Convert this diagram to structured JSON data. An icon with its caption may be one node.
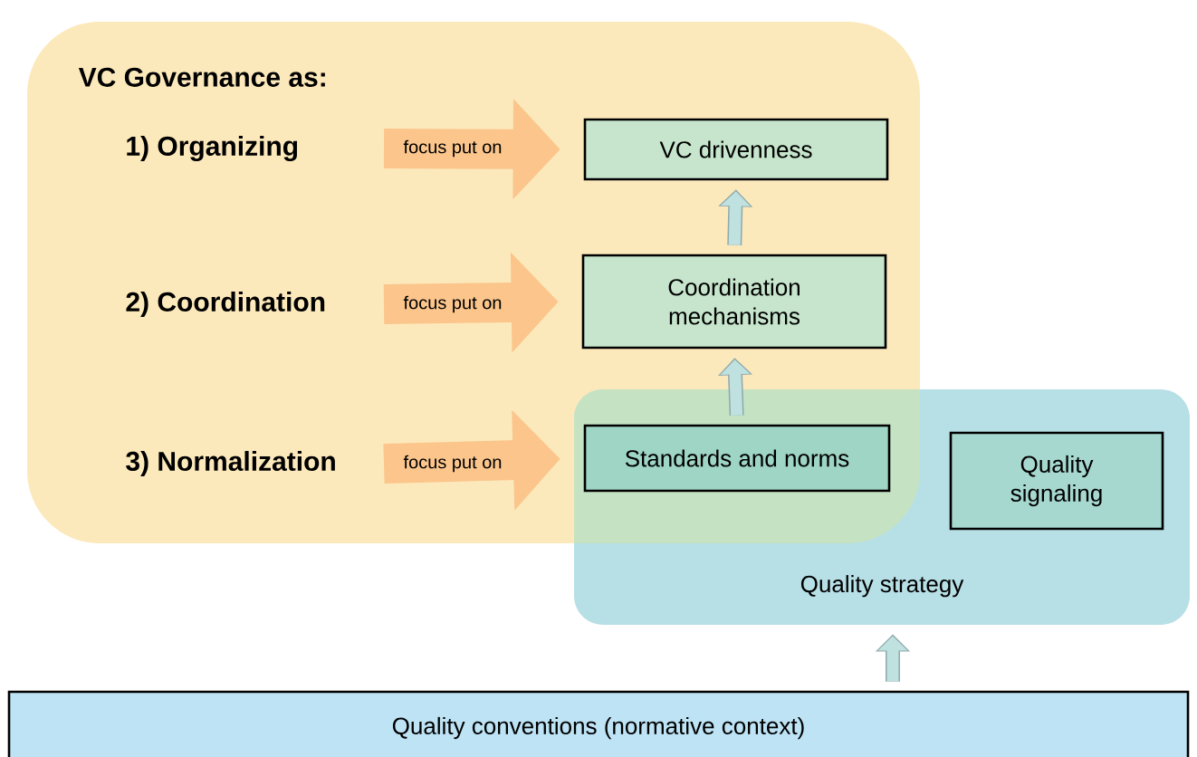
{
  "diagram": {
    "nodes": [
      {
        "text": [
          "VC Governance as:"
        ]
      },
      {
        "text": [
          "1) Organizing"
        ],
        "in": 0
      },
      {
        "text": [
          "2) Coordination"
        ],
        "in": 0
      },
      {
        "text": [
          "3) Normalization"
        ],
        "in": 0
      },
      {
        "text": [
          "VC drivenness"
        ],
        "in": 0
      },
      {
        "text": [
          "Coordination mechanisms"
        ],
        "in": 0
      },
      {
        "text": [
          "Quality strategy"
        ]
      },
      {
        "text": [
          "Standards and norms"
        ]
      },
      {
        "text": [
          "Quality signaling"
        ],
        "in": 6
      },
      {
        "text": [
          "Quality conventions (normative context)"
        ]
      }
    ],
    "edges": [
      {
        "from": 1,
        "to": 4,
        "arrow": "to",
        "label": "focus put on",
        "style": "thick",
        "color": "#fbc58c"
      },
      {
        "from": 2,
        "to": 5,
        "arrow": "to",
        "label": "focus put on",
        "style": "thick",
        "color": "#fbc58c"
      },
      {
        "from": 3,
        "to": 7,
        "arrow": "to",
        "label": "focus put on",
        "style": "thick",
        "color": "#fbc58c"
      },
      {
        "from": 5,
        "to": 4,
        "arrow": "to",
        "color": "#bfe1e0"
      },
      {
        "from": 7,
        "to": 5,
        "arrow": "to",
        "color": "#bfe1e0"
      },
      {
        "from": 9,
        "to": 6,
        "arrow": "to",
        "color": "#bfe1e0"
      }
    ]
  }
}
